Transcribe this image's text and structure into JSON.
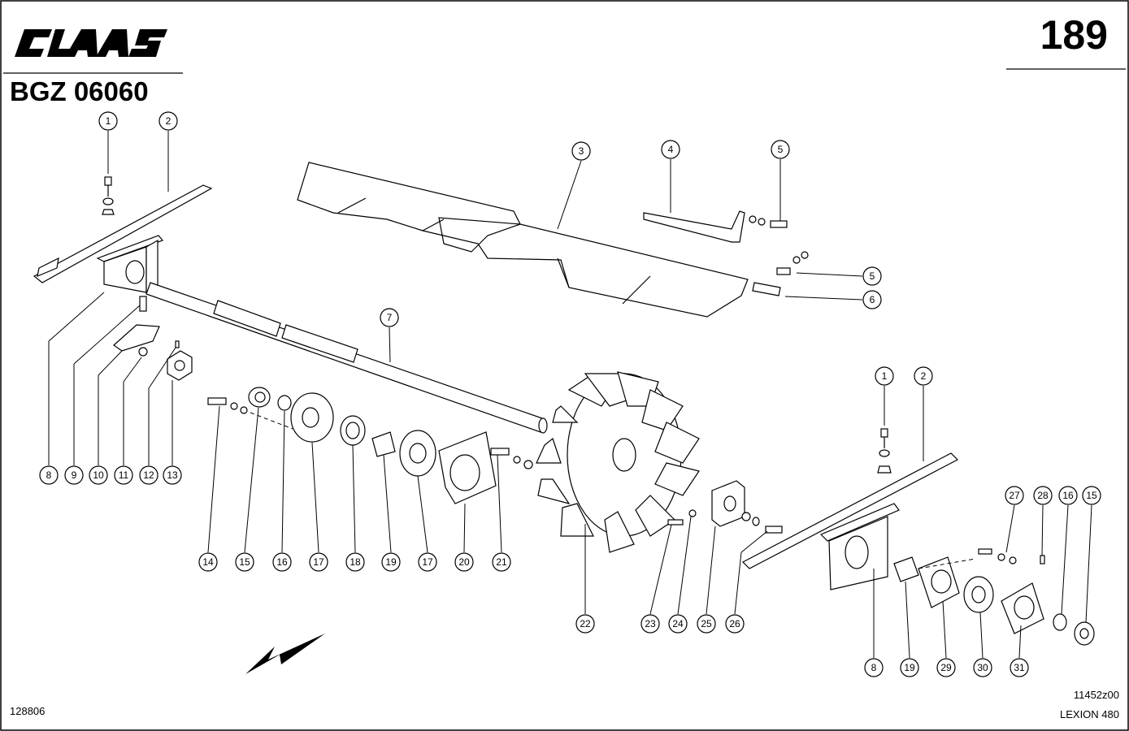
{
  "brand": "CLAAS",
  "page_number": "189",
  "group_code": "BGZ 06060",
  "document_number": "128806",
  "drawing_number": "11452z00",
  "model": "LEXION 480",
  "callouts": {
    "c1a": "1",
    "c2a": "2",
    "c3": "3",
    "c4": "4",
    "c5a": "5",
    "c5b": "5",
    "c6": "6",
    "c7": "7",
    "c8a": "8",
    "c9": "9",
    "c10": "10",
    "c11": "11",
    "c12": "12",
    "c13": "13",
    "c14": "14",
    "c15a": "15",
    "c16a": "16",
    "c17a": "17",
    "c18": "18",
    "c19a": "19",
    "c17b": "17",
    "c20": "20",
    "c21": "21",
    "c22": "22",
    "c23": "23",
    "c24": "24",
    "c25": "25",
    "c26": "26",
    "c1b": "1",
    "c2b": "2",
    "c27": "27",
    "c28": "28",
    "c16b": "16",
    "c15b": "15",
    "c8b": "8",
    "c19b": "19",
    "c29": "29",
    "c30": "30",
    "c31": "31"
  }
}
